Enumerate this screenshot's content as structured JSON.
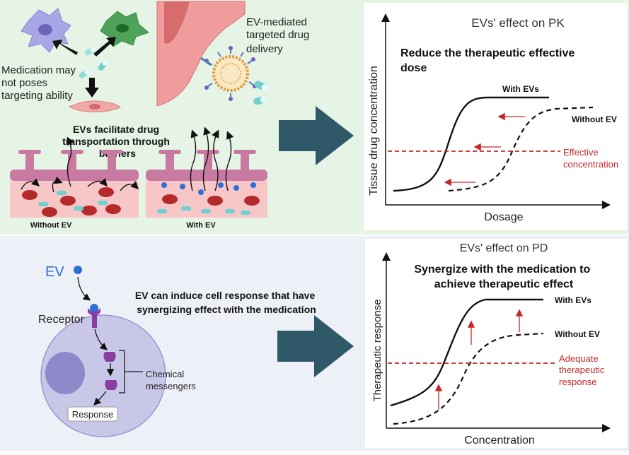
{
  "top_panel": {
    "targeting_text_lines": [
      "Medication may",
      "not poses",
      "targeting ability"
    ],
    "ev_delivery_lines": [
      "EV-mediated",
      "targeted drug",
      "delivery"
    ],
    "barrier_title_lines": [
      "EVs facilitate drug",
      "transportation through",
      "barriers"
    ],
    "without_ev_label": "Without EV",
    "with_ev_label": "With EV"
  },
  "pk_chart": {
    "title": "EVs' effect on PK",
    "subtitle_lines": [
      "Reduce the therapeutic effective",
      "dose"
    ],
    "xlabel": "Dosage",
    "ylabel": "Tissue drug concentration",
    "series_with": "With EVs",
    "series_without": "Without EV",
    "threshold_lines": [
      "Effective",
      "concentration"
    ],
    "colors": {
      "threshold": "#c62828",
      "curve": "#111111"
    }
  },
  "bottom_panel": {
    "ev_label": "EV",
    "receptor_label": "Receptor",
    "response_label": "Response",
    "messengers_lines": [
      "Chemical",
      "messengers"
    ],
    "induce_text_lines": [
      "EV can induce cell response that have",
      "synergizing effect with the medication"
    ]
  },
  "pd_chart": {
    "title": "EVs' effect on PD",
    "subtitle_lines": [
      "Synergize with the medication to",
      "achieve therapeutic effect"
    ],
    "xlabel": "Concentration",
    "ylabel": "Therapeutic response",
    "series_with": "With EVs",
    "series_without": "Without EV",
    "threshold_lines": [
      "Adequate",
      "therapeutic",
      "response"
    ],
    "colors": {
      "threshold": "#c62828",
      "curve": "#111111"
    }
  },
  "colors": {
    "top_bg": "#e6f4e6",
    "bottom_bg": "#eef0f8",
    "arrow": "#2f5868",
    "ev_blue": "#2d6fd6",
    "cell_body": "#c9c7e8",
    "nucleus": "#8f88c9",
    "messenger": "#8a3e9e"
  }
}
